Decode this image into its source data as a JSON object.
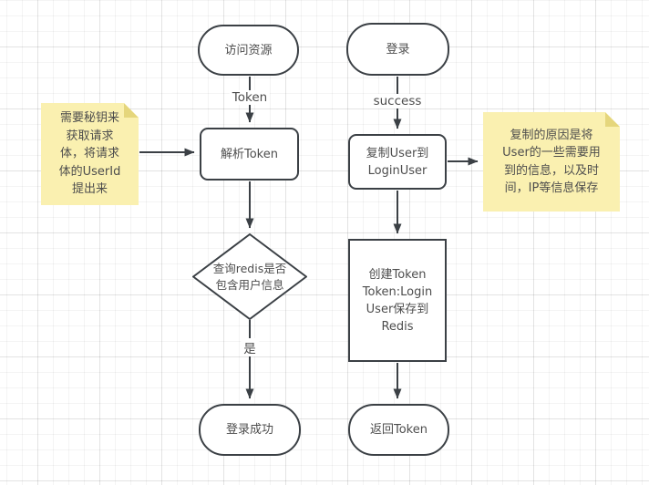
{
  "colors": {
    "stroke": "#3b4045",
    "text": "#4d4d4d",
    "shape_fill": "#ffffff",
    "note_fill": "#faf0b0",
    "note_fold": "#e5d67c"
  },
  "nodes": {
    "access_resource": {
      "label": "访问资源"
    },
    "parse_token": {
      "label": "解析Token"
    },
    "redis_check": {
      "lines": [
        "查询redis是否",
        "包含用户信息"
      ]
    },
    "login_success": {
      "label": "登录成功"
    },
    "login": {
      "label": "登录"
    },
    "copy_user": {
      "lines": [
        "复制User到",
        "LoginUser"
      ]
    },
    "create_token": {
      "lines": [
        "创建Token",
        "Token:Login",
        "User保存到",
        "Redis"
      ]
    },
    "return_token": {
      "label": "返回Token"
    }
  },
  "edge_labels": {
    "token": "Token",
    "success": "success",
    "yes": "是"
  },
  "notes": {
    "left": {
      "lines": [
        "需要秘钥来",
        "获取请求",
        "体，将请求",
        "体的UserId",
        "提出来"
      ]
    },
    "right": {
      "lines": [
        "复制的原因是将",
        "User的一些需要用",
        "到的信息，以及时",
        "间，IP等信息保存"
      ]
    }
  }
}
